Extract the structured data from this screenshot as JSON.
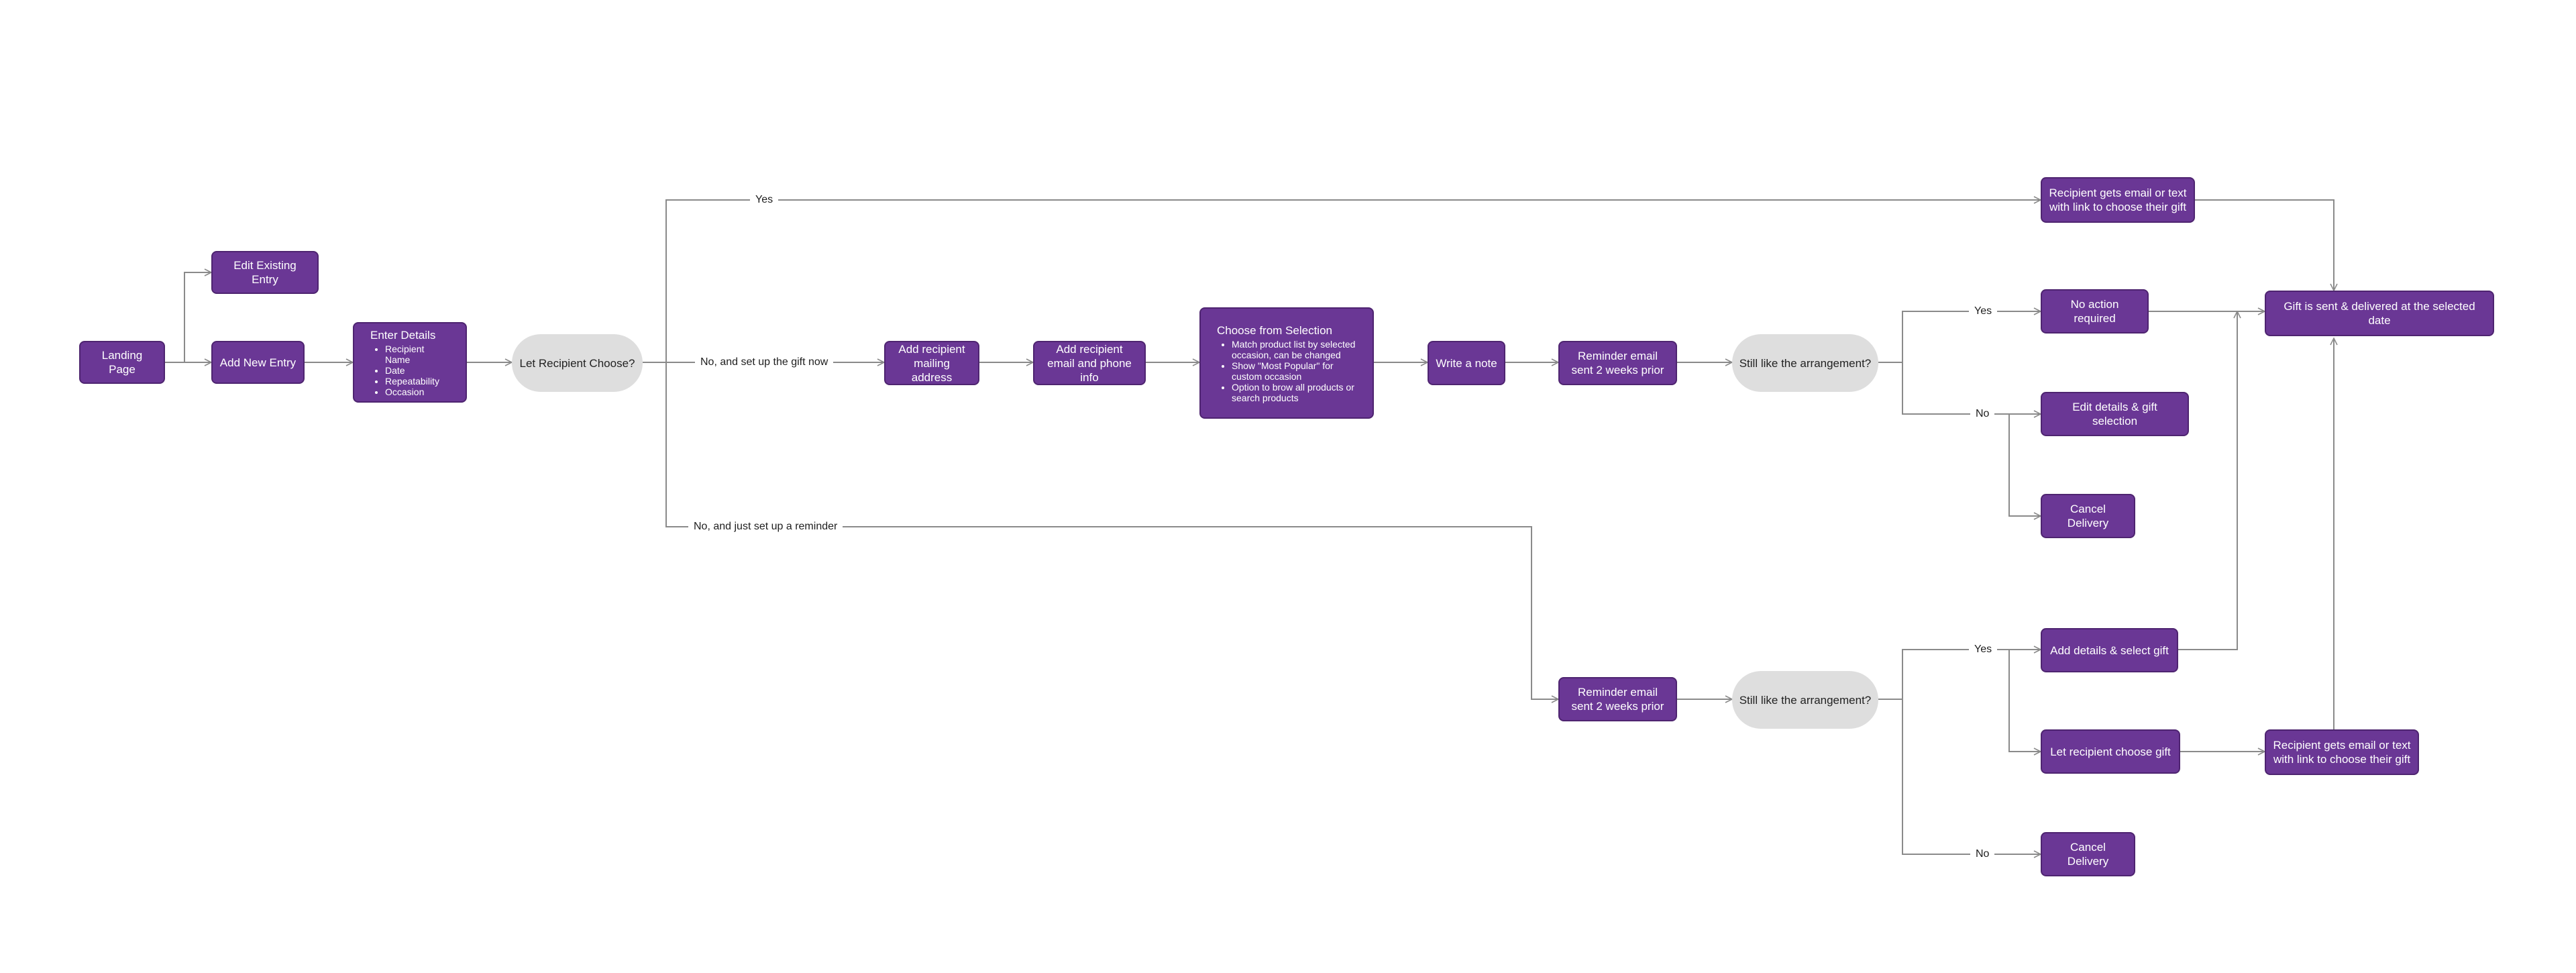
{
  "colors": {
    "node_fill": "#6a3795",
    "node_border": "#4e2470",
    "decision_fill": "#dedede",
    "edge": "#8a8a8a"
  },
  "nodes": {
    "landing": "Landing Page",
    "edit_existing": "Edit Existing Entry",
    "add_new": "Add New Entry",
    "enter_details": {
      "title": "Enter Details",
      "items": [
        "Recipient Name",
        "Date",
        "Repeatability",
        "Occasion"
      ]
    },
    "decision_choose": "Let Recipient Choose?",
    "mailing": "Add recipient mailing address",
    "email_phone": "Add recipient email and phone info",
    "choose_selection": {
      "title": "Choose from Selection",
      "items": [
        "Match product list by selected occasion, can be changed",
        "Show \"Most Popular\" for custom occasion",
        "Option to brow all products or search products"
      ]
    },
    "write_note": "Write a note",
    "reminder_top": "Reminder email sent 2 weeks prior",
    "still_like_top": "Still like the arrangement?",
    "recipient_email_top": "Recipient gets email or text with link to choose their gift",
    "no_action": "No action required",
    "edit_details": "Edit details & gift selection",
    "cancel_top": "Cancel Delivery",
    "gift_sent": "Gift is sent & delivered at the selected date",
    "reminder_bottom": "Reminder email sent 2 weeks prior",
    "still_like_bottom": "Still like the arrangement?",
    "add_details": "Add details & select gift",
    "let_choose": "Let recipient choose gift",
    "recipient_email_bottom": "Recipient gets email or text with link to choose their gift",
    "cancel_bottom": "Cancel Delivery"
  },
  "edge_labels": {
    "yes_top": "Yes",
    "no_setup_gift": "No, and set up the gift now",
    "no_reminder": "No, and just set up a reminder",
    "yes_mid": "Yes",
    "no_mid": "No",
    "yes_low": "Yes",
    "no_low": "No"
  }
}
